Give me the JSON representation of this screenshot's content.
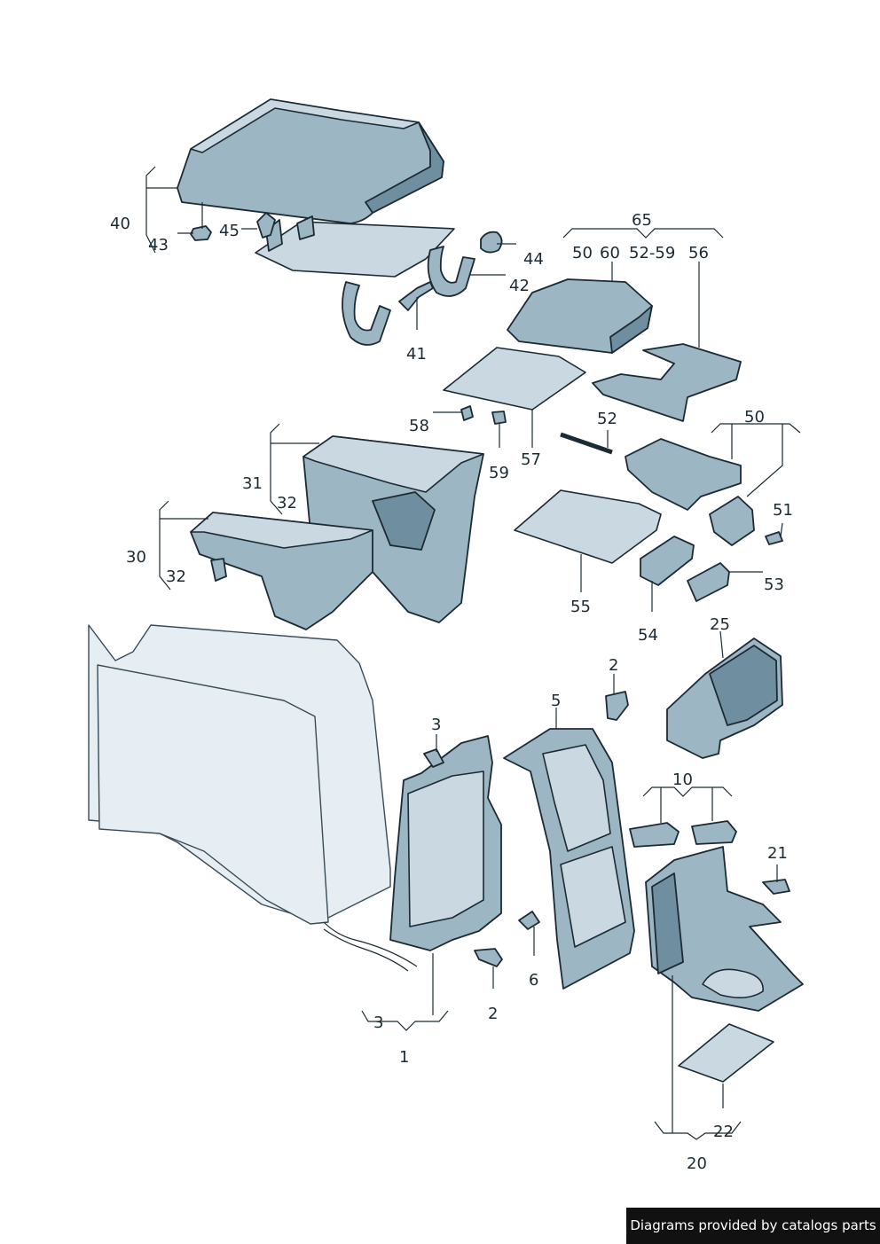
{
  "callouts": {
    "c40": "40",
    "c43": "43",
    "c45": "45",
    "c44": "44",
    "c42": "42",
    "c41": "41",
    "c65": "65",
    "c50a": "50",
    "c60": "60",
    "c5259": "52-59",
    "c56": "56",
    "c58": "58",
    "c57": "57",
    "c59": "59",
    "c52": "52",
    "c50b": "50",
    "c51": "51",
    "c31": "31",
    "c32a": "32",
    "c30": "30",
    "c32b": "32",
    "c55": "55",
    "c54": "54",
    "c53": "53",
    "c25": "25",
    "c2a": "2",
    "c5": "5",
    "c3a": "3",
    "c10": "10",
    "c21": "21",
    "c6": "6",
    "c2b": "2",
    "c3b": "3",
    "c1": "1",
    "c22": "22",
    "c20": "20"
  },
  "credit": "Diagrams provided by catalogs parts",
  "colors": {
    "part_fill": "#9cb6c4",
    "outline": "#1c2a33",
    "credit_bg": "#111111"
  }
}
